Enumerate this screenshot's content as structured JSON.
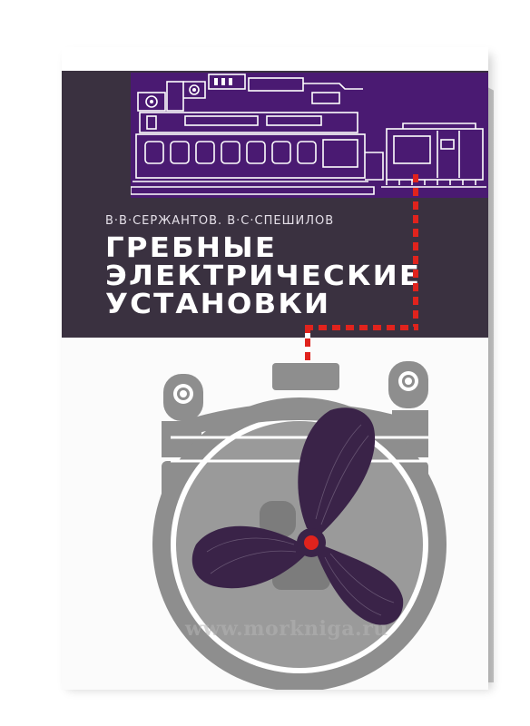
{
  "cover": {
    "authors": "В·В·СЕРЖАНТОВ. В·С·СПЕШИЛОВ",
    "title_lines": [
      "ГРЕБНЫЕ",
      "ЭЛЕКТРИЧЕСКИЕ",
      "УСТАНОВКИ"
    ],
    "watermark": "www.morkniga.ru"
  },
  "colors": {
    "band": "#3a3140",
    "engine_panel": "#4a1a72",
    "connector": "#e0231d",
    "motor_gray": "#8e8e8e",
    "propeller": "#3a2348"
  },
  "icons": {
    "engine": "diesel-generator-drawing",
    "motor": "electric-motor-drawing",
    "propeller": "ship-propeller"
  }
}
